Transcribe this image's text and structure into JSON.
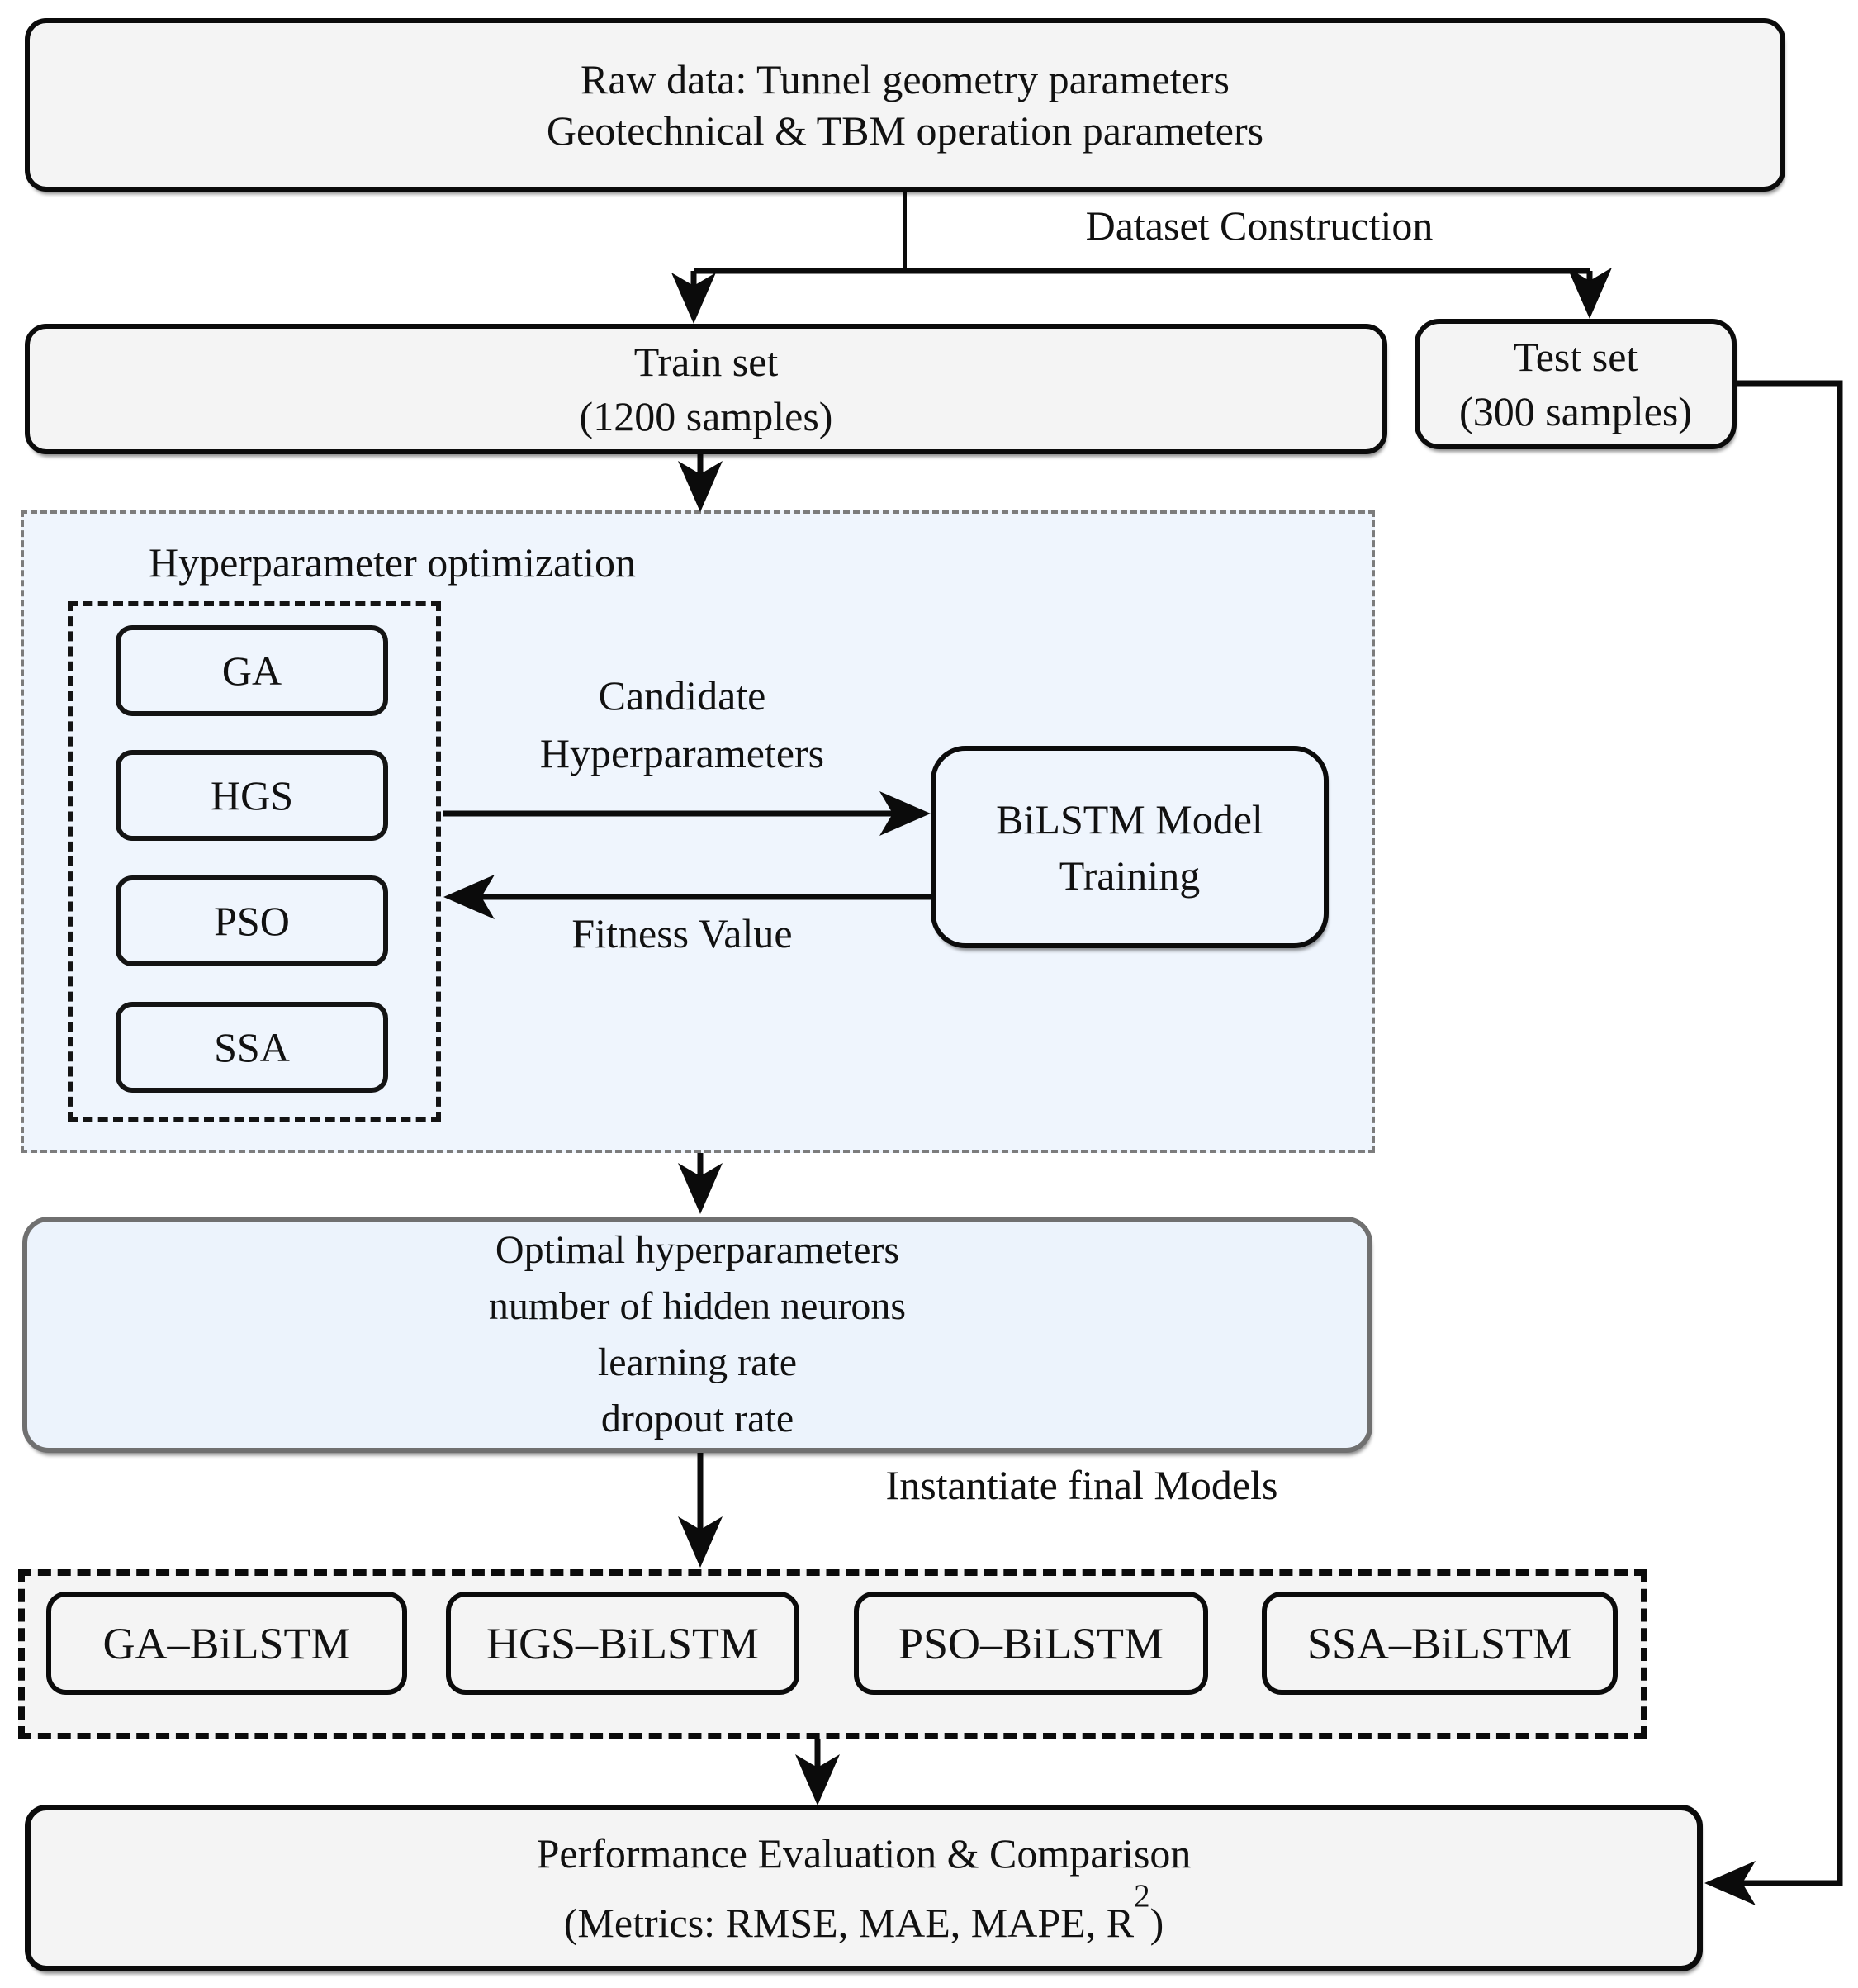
{
  "diagram": {
    "raw_data_box": {
      "line1": "Raw data: Tunnel geometry parameters",
      "line2": "Geotechnical & TBM operation parameters"
    },
    "dataset_construction_label": "Dataset Construction",
    "train_set_box": {
      "line1": "Train set",
      "line2": "(1200 samples)"
    },
    "test_set_box": {
      "line1": "Test set",
      "line2": "(300 samples)"
    },
    "hyperparameter_section": {
      "title": "Hyperparameter optimization",
      "optimizers": [
        "GA",
        "HGS",
        "PSO",
        "SSA"
      ],
      "candidate_label_line1": "Candidate",
      "candidate_label_line2": "Hyperparameters",
      "fitness_label": "Fitness Value",
      "bilstm_box": {
        "line1": "BiLSTM Model",
        "line2": "Training"
      }
    },
    "optimal_box": {
      "line1": "Optimal hyperparameters",
      "line2": "number of hidden neurons",
      "line3": "learning rate",
      "line4": "dropout rate"
    },
    "instantiate_label": "Instantiate final Models",
    "final_models": [
      "GA–BiLSTM",
      "HGS–BiLSTM",
      "PSO–BiLSTM",
      "SSA–BiLSTM"
    ],
    "performance_box": {
      "line1": "Performance Evaluation & Comparison",
      "metrics_prefix": "(Metrics: RMSE, MAE, MAPE, R",
      "metrics_sup": "2",
      "metrics_suffix": ")"
    },
    "colors": {
      "plain_box_fill": "#f4f4f4",
      "blue_section_fill": "#eff5fd",
      "optimal_box_fill": "#ecf3fc",
      "optimal_box_border": "#707070",
      "dashed_gray_border": "#7c7c7c",
      "line_color": "#0b0b0b"
    }
  }
}
